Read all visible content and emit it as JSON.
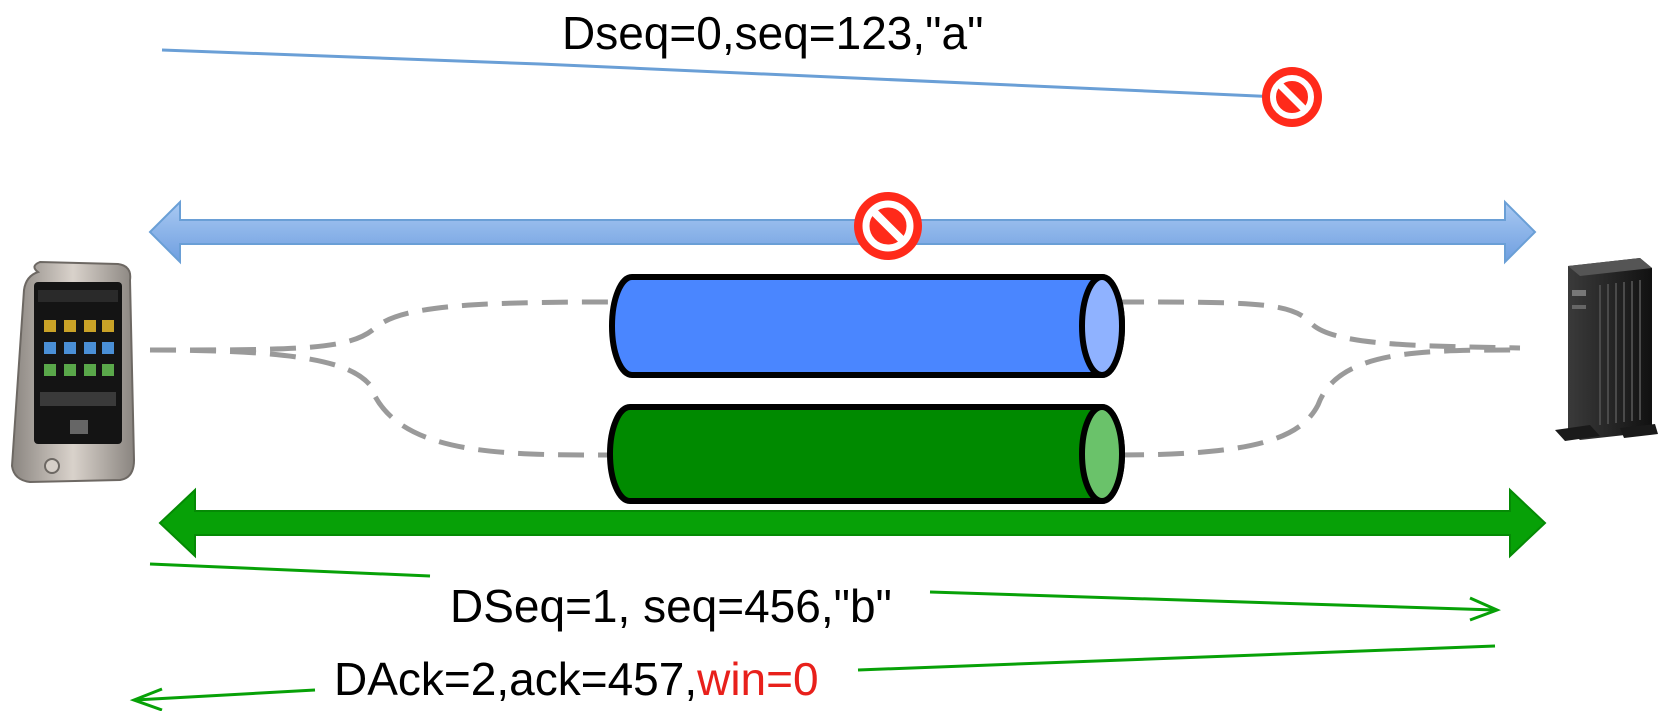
{
  "packets": {
    "blue_packet": "Dseq=0,seq=123,\"a\"",
    "green_packet": "DSeq=1, seq=456,\"b\"",
    "ack_packet": "DAck=2,ack=457,",
    "ack_window": "win=0"
  },
  "colors": {
    "blue_subflow": "#4a86ff",
    "blue_cap": "#8fb2ff",
    "blue_path": "#6a9fd6",
    "green_subflow": "#008a00",
    "green_cap": "#6ac26a",
    "green_path": "#07a107",
    "blocked": "#ff2a1a",
    "window_zero": "#e8201b",
    "dashed_link": "#9a9a9a"
  },
  "icons": [
    "smartphone-icon",
    "server-tower-icon",
    "blocked-icon"
  ]
}
